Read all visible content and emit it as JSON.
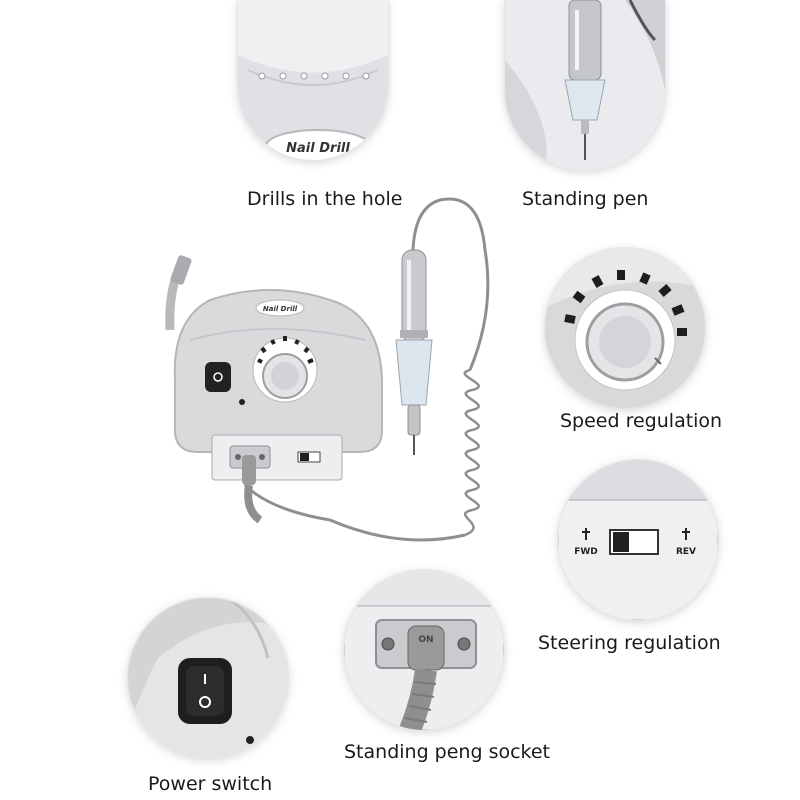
{
  "labels": {
    "drills_hole": "Drills in the hole",
    "standing_pen": "Standing pen",
    "speed_regulation": "Speed regulation",
    "steering_regulation": "Steering regulation",
    "power_switch": "Power switch",
    "standing_peng_socket": "Standing peng socket"
  },
  "device_text": {
    "brand": "Nail Drill",
    "fwd": "FWD",
    "rev": "REV",
    "socket_mark": "ON"
  },
  "colors": {
    "silver": "#d9dadc",
    "silver_dark": "#a9abae",
    "cable_grey": "#8f8f8f",
    "black_part": "#222222"
  }
}
